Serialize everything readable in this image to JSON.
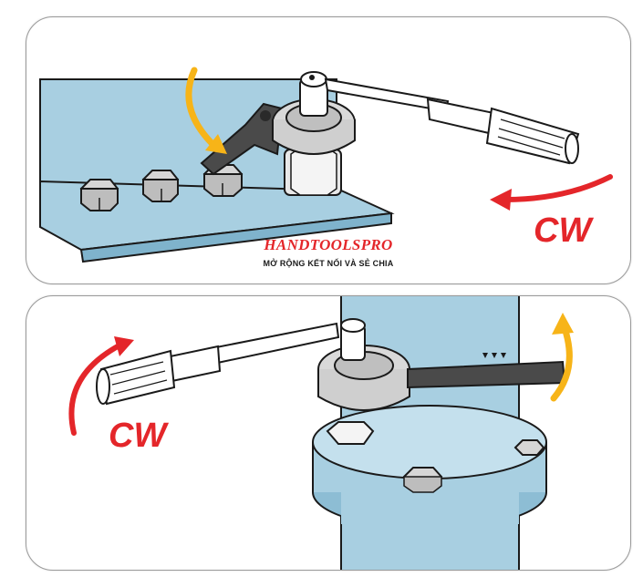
{
  "brand": {
    "name": "HANDTOOLSPRO",
    "tagline": "MỞ RỘNG KẾT NỐI VÀ SẺ CHIA"
  },
  "top_panel": {
    "rotation_label": "CW"
  },
  "bottom_panel": {
    "rotation_label": "CW"
  },
  "colors": {
    "rotation_arrow_red": "#e4262a",
    "reaction_arrow_yellow": "#f7b418",
    "steel_plate": "#a8cfe1",
    "outline": "#1a1a1a"
  },
  "icons": [
    "torque-multiplier-icon",
    "torque-wrench-icon",
    "hex-nut-icon",
    "reaction-arm-icon",
    "pipe-flange-icon"
  ]
}
